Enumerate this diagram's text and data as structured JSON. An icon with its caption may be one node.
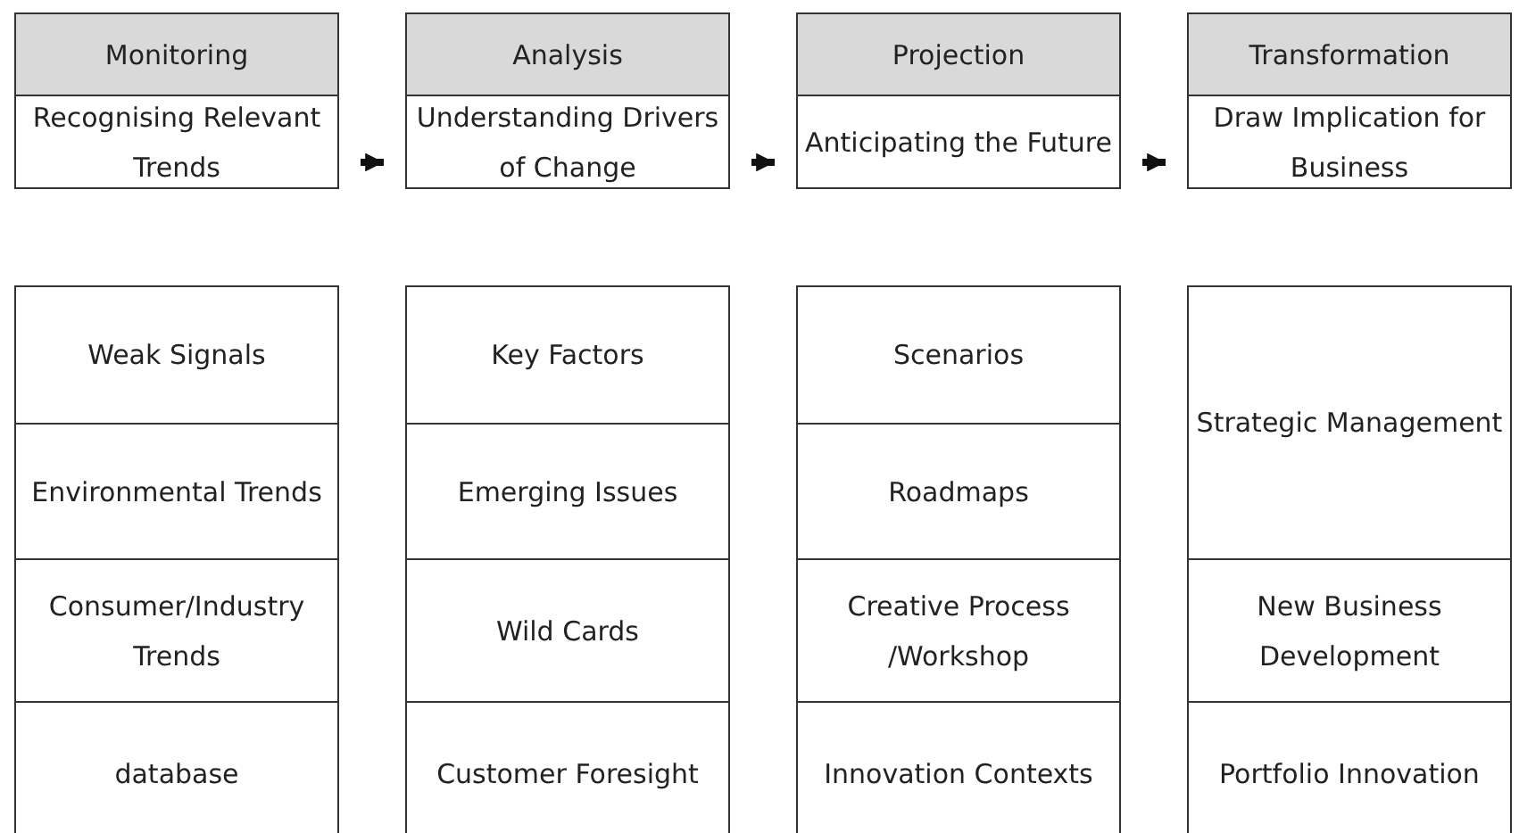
{
  "diagram": {
    "nodes": [
      {
        "text": [
          "Monitoring"
        ]
      },
      {
        "text": [
          "Recognising Relevant Trends"
        ]
      },
      {
        "text": [
          "Analysis"
        ]
      },
      {
        "text": [
          "Understanding Drivers of Change"
        ]
      },
      {
        "text": [
          "Projection"
        ]
      },
      {
        "text": [
          "Anticipating the Future"
        ]
      },
      {
        "text": [
          "Transformation"
        ]
      },
      {
        "text": [
          "Draw Implication for Business"
        ]
      },
      {
        "text": [
          "Weak Signals"
        ]
      },
      {
        "text": [
          "Environmental Trends"
        ]
      },
      {
        "text": [
          "Consumer/Industry Trends"
        ]
      },
      {
        "text": [
          "database"
        ]
      },
      {
        "text": [
          "Key Factors"
        ]
      },
      {
        "text": [
          "Emerging Issues"
        ]
      },
      {
        "text": [
          "Wild Cards"
        ]
      },
      {
        "text": [
          "Customer Foresight"
        ]
      },
      {
        "text": [
          "Scenarios"
        ]
      },
      {
        "text": [
          "Roadmaps"
        ]
      },
      {
        "text": [
          "Creative Process /Workshop"
        ]
      },
      {
        "text": [
          "Innovation Contexts"
        ]
      },
      {
        "text": [
          "Strategic Management"
        ]
      },
      {
        "text": [
          "New Business Development"
        ]
      },
      {
        "text": [
          "Portfolio Innovation"
        ]
      }
    ],
    "edges": [
      {
        "from": 1,
        "to": 3,
        "arrow": "to"
      },
      {
        "from": 3,
        "to": 5,
        "arrow": "to"
      },
      {
        "from": 5,
        "to": 7,
        "arrow": "to"
      }
    ]
  }
}
